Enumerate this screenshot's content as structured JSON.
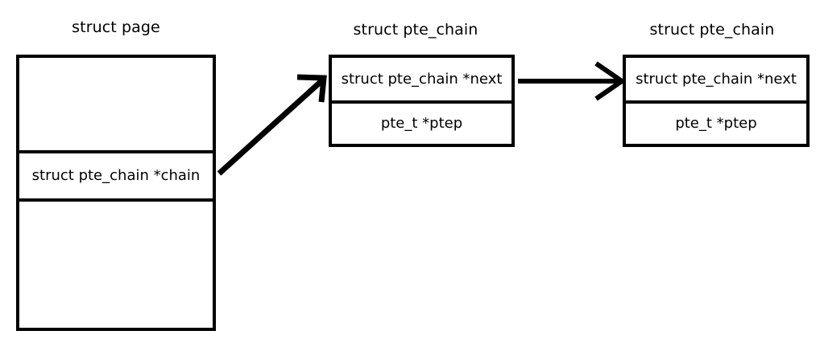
{
  "diagram": {
    "title_page": "struct page",
    "structs": [
      {
        "name": "struct page",
        "title": "struct page",
        "cells": [
          {
            "label": "",
            "empty": true
          },
          {
            "label": "struct pte_chain *chain",
            "empty": false
          },
          {
            "label": "",
            "empty": true
          }
        ]
      },
      {
        "name": "struct pte_chain first",
        "title": "struct pte_chain",
        "cells": [
          {
            "label": "struct pte_chain *next",
            "empty": false
          },
          {
            "label": "pte_t *ptep",
            "empty": false
          }
        ]
      },
      {
        "name": "struct pte_chain second",
        "title": "struct pte_chain",
        "cells": [
          {
            "label": "struct pte_chain *next",
            "empty": false
          },
          {
            "label": "pte_t *ptep",
            "empty": false
          }
        ]
      }
    ],
    "arrows": [
      {
        "name": "chain-pointer-arrow",
        "from": "struct page chain field",
        "to": "first struct pte_chain",
        "style": "diagonal"
      },
      {
        "name": "next-pointer-arrow",
        "from": "first pte_chain next field",
        "to": "second struct pte_chain",
        "style": "horizontal"
      }
    ],
    "colors": {
      "stroke": "#000000",
      "fill": "#ffffff",
      "text": "#000000"
    }
  }
}
